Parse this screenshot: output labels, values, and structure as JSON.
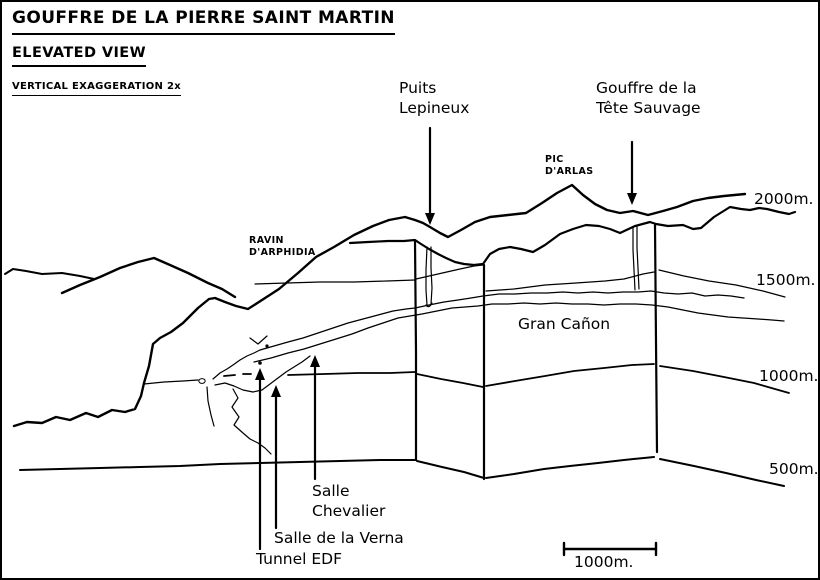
{
  "header": {
    "title": "GOUFFRE DE LA PIERRE SAINT MARTIN",
    "view": "ELEVATED VIEW",
    "note": "VERTICAL EXAGGERATION 2x"
  },
  "features": {
    "puits_lepineux": "Puits\nLepineux",
    "tete_sauvage": "Gouffre de la\nTête Sauvage",
    "pic_arlas": "PIC\nD'ARLAS",
    "ravin_arphidia": "RAVIN\nD'ARPHIDIA",
    "gran_canon": "Gran Cañon",
    "salle_chevalier": "Salle\nChevalier",
    "salle_verna": "Salle de la Verna",
    "tunnel_edf": "Tunnel EDF"
  },
  "elevations": {
    "e2000": "2000m.",
    "e1500": "1500m.",
    "e1000": "1000m.",
    "e500": "500m."
  },
  "scale_bar": {
    "label": "1000m."
  },
  "ink_color": "#000000"
}
